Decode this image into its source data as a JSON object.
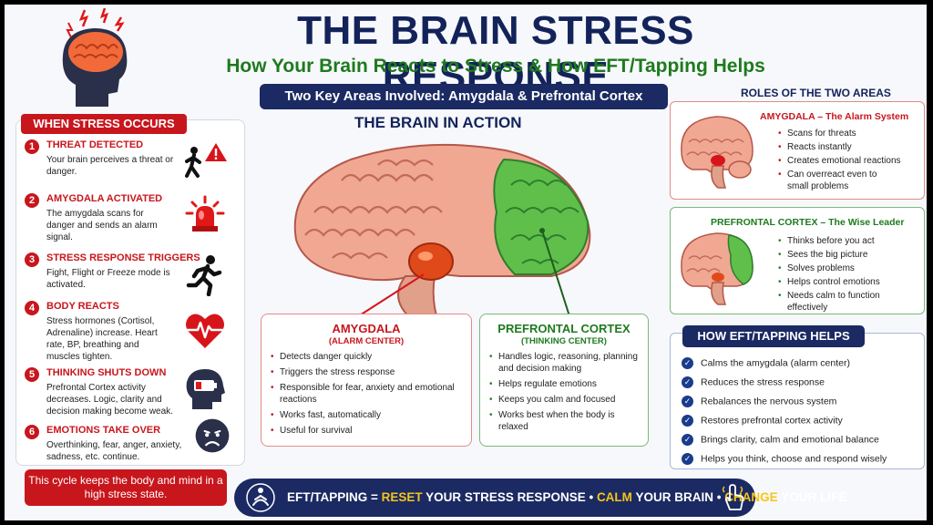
{
  "header": {
    "title": "THE BRAIN STRESS RESPONSE",
    "subtitle": "How Your Brain Reacts to Stress & How EFT/Tapping Helps",
    "key_areas": "Two Key Areas Involved: Amygdala & Prefrontal Cortex"
  },
  "left": {
    "heading": "WHEN STRESS OCCURS",
    "steps": [
      {
        "num": "1",
        "title": "THREAT DETECTED",
        "desc": "Your brain perceives a threat or danger.",
        "icon": "running-person-warning-icon"
      },
      {
        "num": "2",
        "title": "AMYGDALA ACTIVATED",
        "desc": "The amygdala scans for danger and sends an alarm signal.",
        "icon": "alarm-siren-icon"
      },
      {
        "num": "3",
        "title": "STRESS RESPONSE TRIGGERS",
        "desc": "Fight, Flight or Freeze mode is activated.",
        "icon": "running-person-icon"
      },
      {
        "num": "4",
        "title": "BODY REACTS",
        "desc": "Stress hormones (Cortisol, Adrenaline) increase. Heart rate, BP, breathing and muscles tighten.",
        "icon": "heartbeat-icon"
      },
      {
        "num": "5",
        "title": "THINKING SHUTS DOWN",
        "desc": "Prefrontal Cortex activity decreases. Logic, clarity and decision making become weak.",
        "icon": "low-battery-head-icon"
      },
      {
        "num": "6",
        "title": "EMOTIONS TAKE OVER",
        "desc": "Overthinking, fear, anger, anxiety, sadness, etc. continue.",
        "icon": "sad-face-icon"
      }
    ],
    "cycle_note": "This cycle keeps the body and mind in a high stress state."
  },
  "center": {
    "title": "THE BRAIN IN ACTION",
    "amygdala": {
      "title": "AMYGDALA",
      "subtitle": "(ALARM CENTER)",
      "items": [
        "Detects danger quickly",
        "Triggers the stress response",
        "Responsible for fear, anxiety and emotional reactions",
        "Works fast, automatically",
        "Useful for survival"
      ]
    },
    "pfc": {
      "title": "PREFRONTAL CORTEX",
      "subtitle": "(THINKING CENTER)",
      "items": [
        "Handles logic, reasoning, planning and decision making",
        "Helps regulate emotions",
        "Keeps you calm and focused",
        "Works best when the body is relaxed"
      ]
    }
  },
  "right": {
    "roles_title": "ROLES OF THE TWO AREAS",
    "amygdala_role": {
      "title": "AMYGDALA – The Alarm System",
      "items": [
        "Scans for threats",
        "Reacts instantly",
        "Creates emotional reactions",
        "Can overreact even to small problems"
      ]
    },
    "pfc_role": {
      "title": "PREFRONTAL CORTEX – The Wise Leader",
      "items": [
        "Thinks before you act",
        "Sees the big picture",
        "Solves problems",
        "Helps control emotions",
        "Needs calm to function effectively"
      ]
    },
    "eft_heading": "HOW EFT/TAPPING HELPS",
    "eft_items": [
      "Calms the amygdala (alarm center)",
      "Reduces the stress response",
      "Rebalances the nervous system",
      "Restores prefrontal cortex activity",
      "Brings clarity, calm and emotional balance",
      "Helps you think, choose and respond wisely"
    ]
  },
  "banner": {
    "prefix": "EFT/TAPPING = ",
    "w1": "RESET",
    "t1": " YOUR STRESS RESPONSE • ",
    "w2": "CALM",
    "t2": " YOUR BRAIN • ",
    "w3": "CHANGE",
    "t3": " YOUR LIFE"
  },
  "colors": {
    "navy": "#1b2a63",
    "red": "#c8161d",
    "green": "#1e7a1e",
    "yellow": "#f5c518"
  }
}
